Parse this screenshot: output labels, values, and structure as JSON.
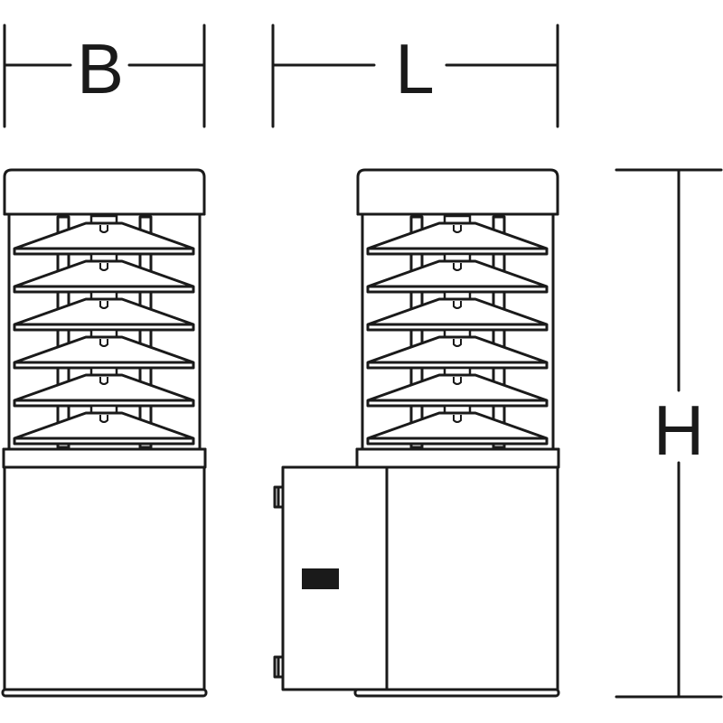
{
  "dimensions": {
    "width_label": "B",
    "length_label": "L",
    "height_label": "H"
  },
  "colors": {
    "line": "#1a1a1a",
    "background": "#ffffff"
  }
}
